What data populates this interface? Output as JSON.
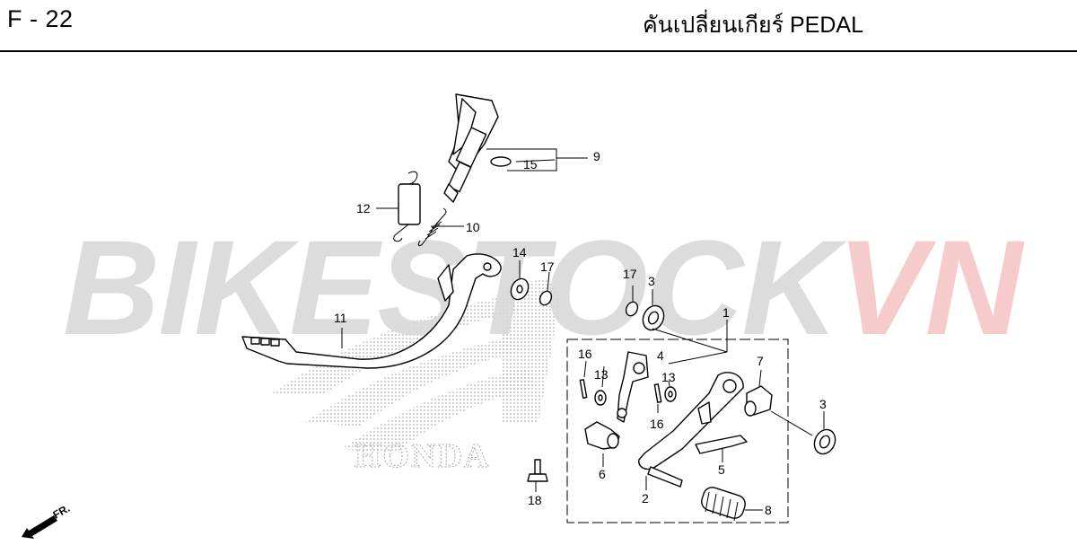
{
  "header": {
    "page_code": "F - 22",
    "title": "คันเปลี่ยนเกียร์  PEDAL"
  },
  "watermark": {
    "text_gray": "BIKESTOCK",
    "text_red": "VN",
    "color_gray": "#d9d9d9",
    "color_red": "#f4c6c6",
    "brand_text": "HONDA"
  },
  "callouts": {
    "p1": "1",
    "p2": "2",
    "p3a": "3",
    "p3b": "3",
    "p4": "4",
    "p5": "5",
    "p6": "6",
    "p7": "7",
    "p8": "8",
    "p9": "9",
    "p10": "10",
    "p11": "11",
    "p12": "12",
    "p13a": "13",
    "p13b": "13",
    "p14": "14",
    "p15": "15",
    "p16a": "16",
    "p16b": "16",
    "p17a": "17",
    "p17b": "17",
    "p18": "18"
  },
  "direction": {
    "label": "FR.",
    "icon": "front-arrow-icon"
  }
}
